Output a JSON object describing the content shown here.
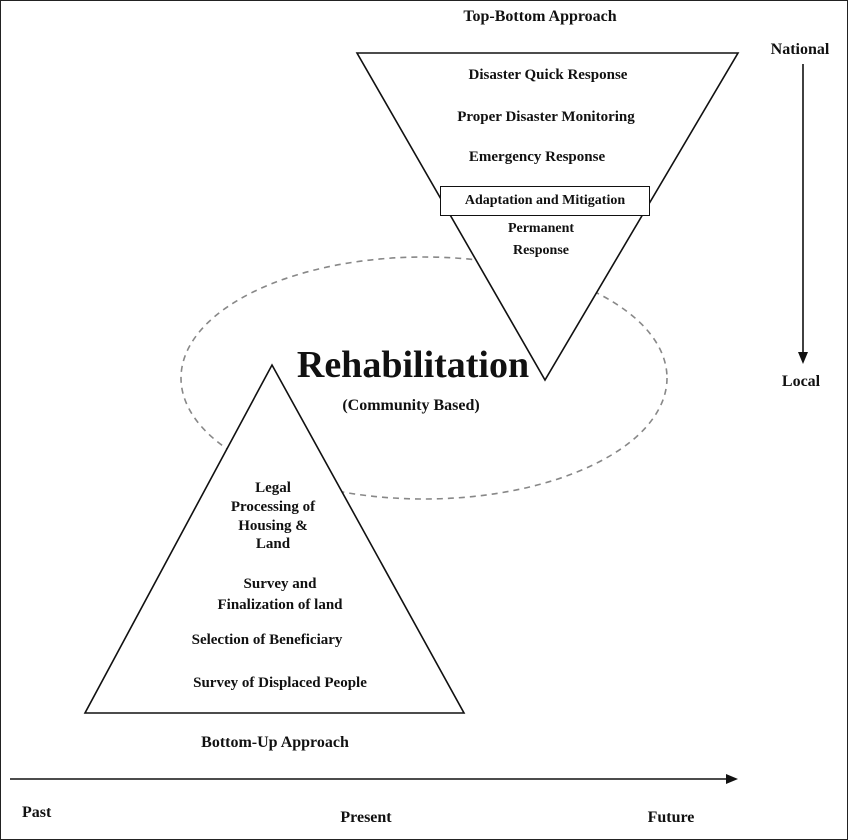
{
  "top_approach": {
    "title": "Top-Bottom Approach",
    "items": [
      "Disaster Quick Response",
      "Proper Disaster Monitoring",
      "Emergency Response"
    ],
    "boxed_item": "Adaptation and Mitigation",
    "final_item": [
      "Permanent",
      "Response"
    ]
  },
  "center": {
    "title": "Rehabilitation",
    "subtitle": "(Community Based)"
  },
  "bottom_approach": {
    "title": "Bottom-Up Approach",
    "items": [
      [
        "Legal",
        "Processing of",
        "Housing &",
        "Land"
      ],
      [
        "Survey and",
        "Finalization of land"
      ],
      [
        "Selection of Beneficiary"
      ],
      [
        "Survey of Displaced People"
      ]
    ]
  },
  "scale": {
    "top_label": "National",
    "bottom_label": "Local"
  },
  "timeline": {
    "past": "Past",
    "present": "Present",
    "future": "Future"
  },
  "colors": {
    "line": "#111111",
    "ellipse_dash": "#888888",
    "background": "#ffffff"
  }
}
